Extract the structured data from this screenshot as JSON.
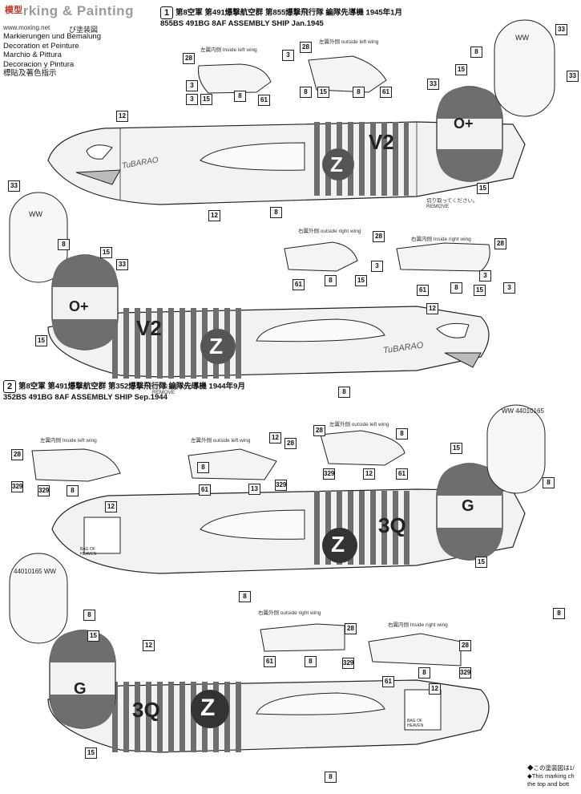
{
  "header": {
    "title": "Marking & Painting",
    "logo_text": "模型",
    "site": "www.moxing.net",
    "jp_subtitle": "び塗装図",
    "languages": [
      "Markierungen und Bemalung",
      "Decoration et Peinture",
      "Marchio & Pittura",
      "Decoracion y Pintura",
      "標貼及著色指示"
    ]
  },
  "section1": {
    "num": "1",
    "jp": "第8空軍 第491爆撃航空群 第855爆撃飛行隊 編隊先導機 1945年1月",
    "en": "855BS 491BG 8AF ASSEMBLY SHIP Jan.1945",
    "fin_code": "O+",
    "serial": "WW",
    "code": "V2",
    "letter": "Z",
    "nose_name": "TuBARAO"
  },
  "section2": {
    "num": "2",
    "jp": "第8空軍 第491爆撃航空群 第352爆撃飛行隊 編隊先導機 1944年9月",
    "en": "352BS 491BG 8AF ASSEMBLY SHIP Sep.1944",
    "fin_code": "G",
    "serial": "WW 44010165",
    "serial2": "44010165 WW",
    "code": "3Q",
    "letter": "Z",
    "nose_name": "BAG OF HEAVEN"
  },
  "wing_labels": {
    "left_inside": "左翼内側 Inside left wing",
    "left_outside": "左翼外側 outside left wing",
    "right_outside": "右翼外側 outside right wing",
    "right_inside": "右翼内側 Inside right wing"
  },
  "remove": {
    "jp": "切り取ってください。",
    "en": "REMOVE"
  },
  "footer": [
    "◆この塗装図は1/",
    "◆This marking ch",
    "the top and bott"
  ]
}
